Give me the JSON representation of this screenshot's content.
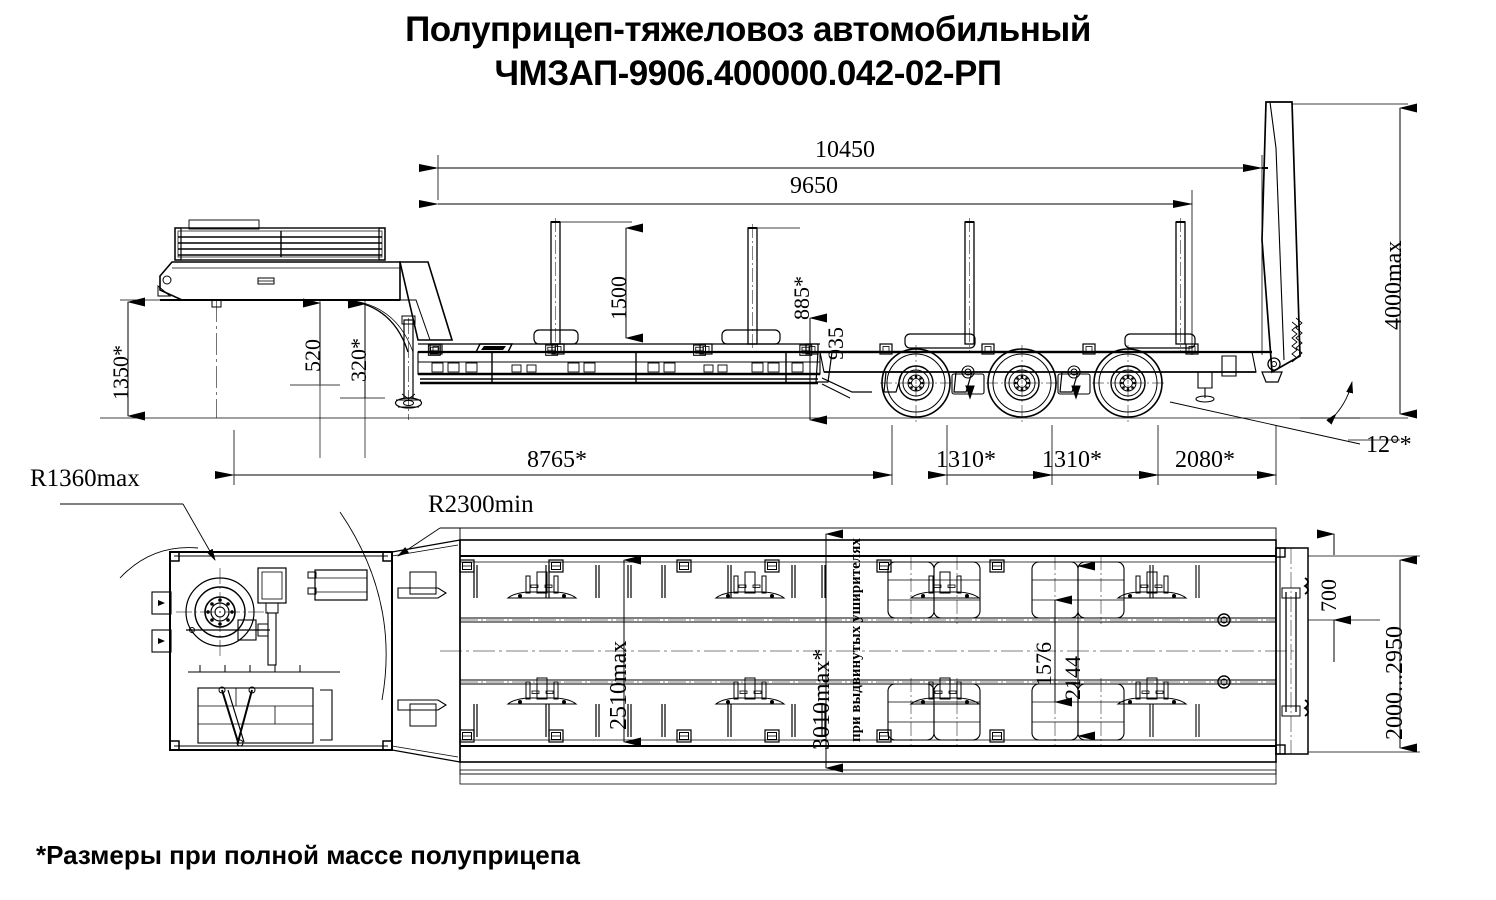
{
  "title": {
    "line1": "Полуприцеп-тяжеловоз автомобильный",
    "line2": "ЧМЗАП-9906.400000.042-02-РП"
  },
  "footnote": "*Размеры при полной массе полуприцепа",
  "drawing": {
    "type": "technical-drawing",
    "subject": "heavy-haul semi-trailer lowboy",
    "views": [
      "side-elevation",
      "plan-view"
    ],
    "units": "mm"
  },
  "side_view": {
    "dimensions": {
      "overall_length": "10450",
      "deck_length_to_ramp": "9650",
      "stake_height_front": "1500",
      "stake_height_rear": "885*",
      "deck_height": "935",
      "kingpin_height": "1350*",
      "gooseneck_drop_a": "520",
      "gooseneck_drop_b": "320*",
      "front_span": "8765*",
      "axle_spacing_1": "1310*",
      "axle_spacing_2": "1310*",
      "rear_overhang": "2080*",
      "max_height": "4000max",
      "ramp_angle": "12°*"
    }
  },
  "plan_view": {
    "dimensions": {
      "radius_front": "R1360max",
      "radius_gooseneck": "R2300min",
      "deck_width": "2510max",
      "deck_width_extended": "3010max*",
      "extended_note": "при выдвинутых уширителях",
      "track_inner": "1576",
      "track_outer": "2144",
      "rear_offset": "700",
      "rear_range": "2000...2950"
    }
  },
  "colors": {
    "line": "#000000",
    "background": "#ffffff",
    "thin": "#1a1a1a"
  }
}
